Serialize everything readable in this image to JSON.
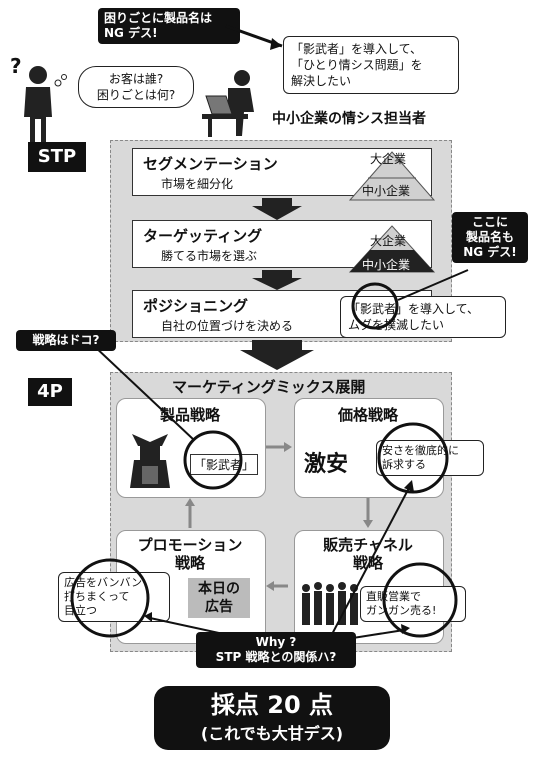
{
  "top": {
    "note_product_ng": "困りごとに製品名は\nNG デス!",
    "person_bubble": "お客は誰?\n困りごとは何?",
    "manager_bubble": "「影武者」を導入して、\n「ひとり情シス問題」を\n解決したい",
    "manager_label": "中小企業の情シス担当者"
  },
  "stp": {
    "label": "STP",
    "segmentation": {
      "title": "セグメンテーション",
      "sub": "市場を細分化"
    },
    "targeting": {
      "title": "ターゲッティング",
      "sub": "勝てる市場を選ぶ"
    },
    "positioning": {
      "title": "ポジショニング",
      "sub": "自社の位置づけを決める"
    },
    "pyramid_top": "大企業",
    "pyramid_bottom": "中小企業",
    "positioning_bubble": "「影武者」を導入して、\nムダを撲滅したい",
    "note_product_ng2": "ここに\n製品名も\nNG デス!"
  },
  "fourp": {
    "label": "4P",
    "note_where": "戦略はドコ?",
    "header": "マーケティングミックス展開",
    "product": {
      "title": "製品戦略",
      "name": "「影武者」"
    },
    "price": {
      "title": "価格戦略",
      "big": "激安",
      "bubble": "安さを徹底的に\n訴求する"
    },
    "promotion": {
      "title": "プロモーション\n戦略",
      "bubble": "広告をバンバン\n打ちまくって\n目立つ",
      "sign": "本日の\n広告"
    },
    "channel": {
      "title": "販売チャネル\n戦略",
      "bubble": "直販営業で\nガンガン売る!"
    },
    "why_note": "Why ?\nSTP 戦略との関係ハ?"
  },
  "score": {
    "line1": "採点 20 点",
    "line2": "(これでも大甘デス)"
  }
}
